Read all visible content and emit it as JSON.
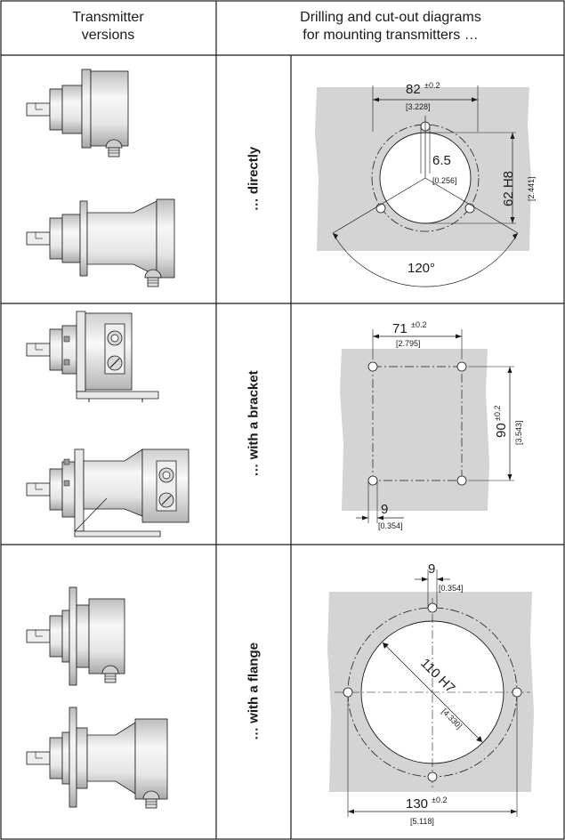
{
  "header": {
    "col1_line1": "Transmitter",
    "col1_line2": "versions",
    "col2_line1": "Drilling and cut-out diagrams",
    "col2_line2": "for mounting transmitters …"
  },
  "rows": {
    "directly": {
      "label": "… directly",
      "dim_width": "82",
      "dim_width_tol": "±0.2",
      "dim_width_in": "[3.228]",
      "dim_hole": "6.5",
      "dim_hole_in": "[0.256]",
      "dim_bore": "62 H8",
      "dim_bore_in": "[2.441]",
      "angle": "120°"
    },
    "bracket": {
      "label": "… with a bracket",
      "dim_width": "71",
      "dim_width_tol": "±0.2",
      "dim_width_in": "[2.795]",
      "dim_height": "90",
      "dim_height_tol": "±0.2",
      "dim_height_in": "[3.543]",
      "dim_hole": "9",
      "dim_hole_in": "[0.354]"
    },
    "flange": {
      "label": "… with a flange",
      "dim_hole": "9",
      "dim_hole_in": "[0.354]",
      "dim_bore": "110 H7",
      "dim_bore_in": "[4.330]",
      "dim_pcd": "130",
      "dim_pcd_tol": "±0.2",
      "dim_pcd_in": "[5.118]"
    }
  },
  "colors": {
    "plate": "#d4d4d4",
    "line": "#1a1a1a",
    "housing": "#f2f2f2"
  }
}
